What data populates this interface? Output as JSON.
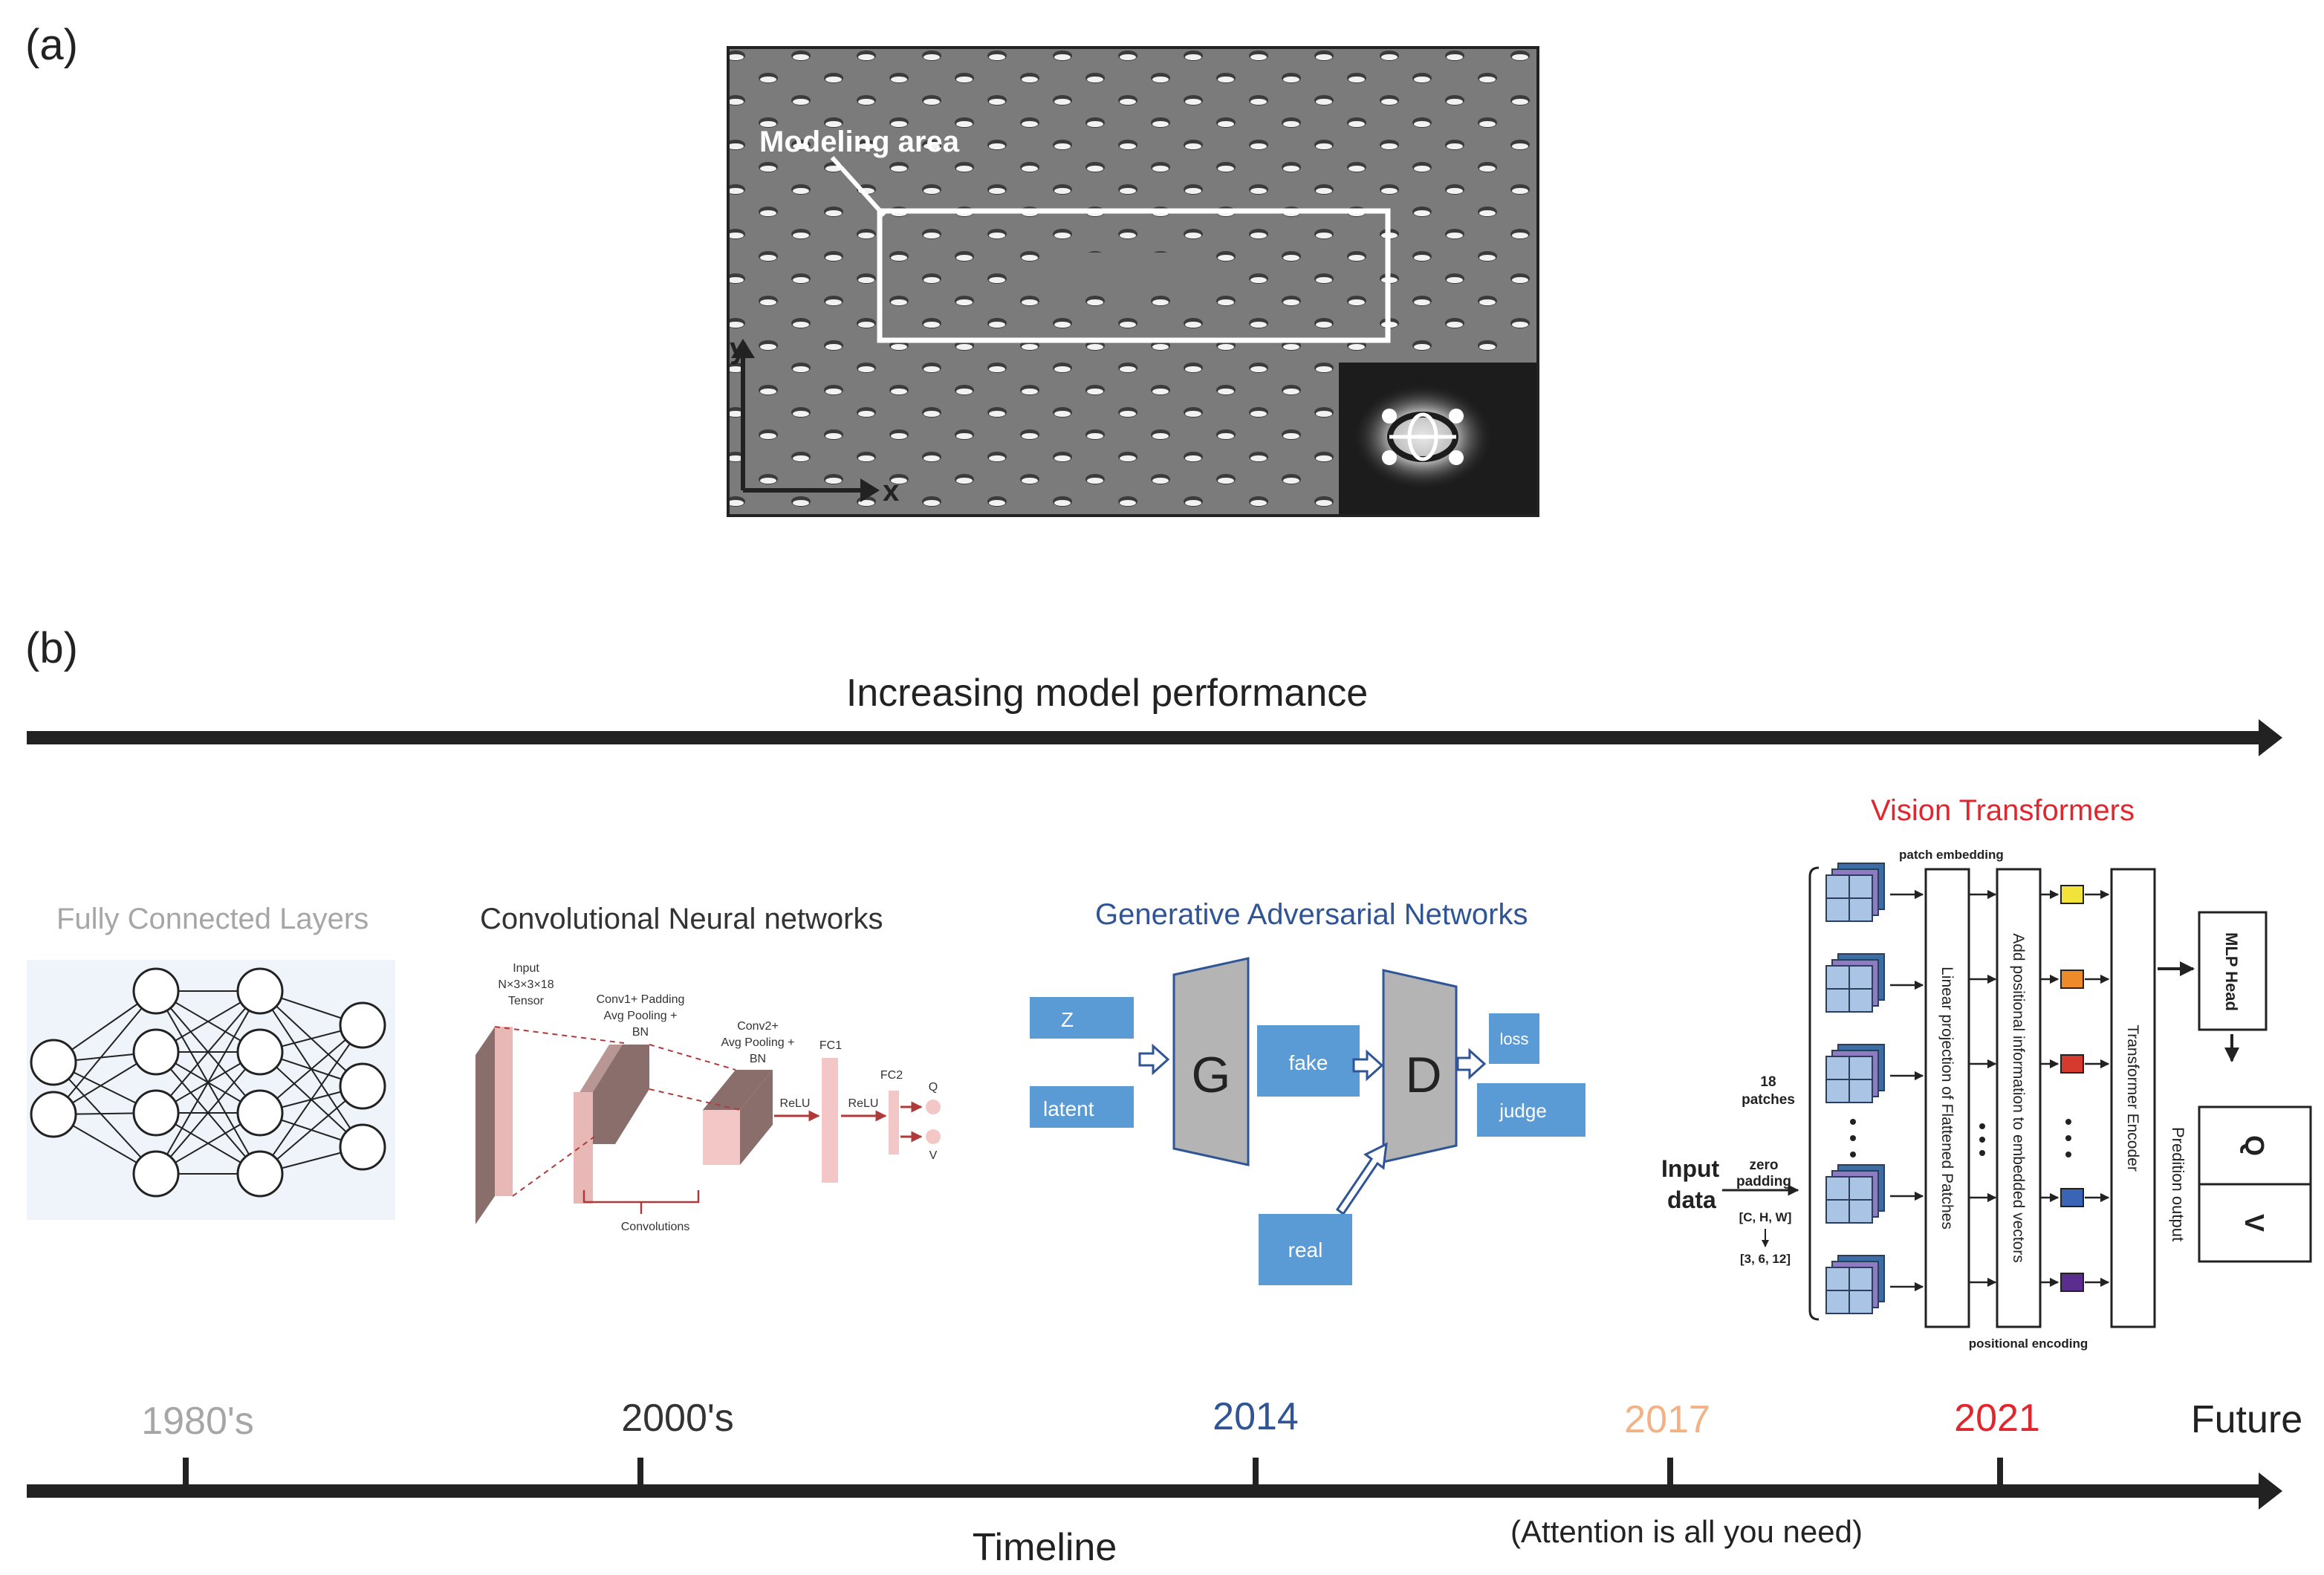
{
  "panel_a": {
    "tag": "(a)",
    "modeling_label": "Modeling area",
    "axis_y": "y",
    "axis_x": "x"
  },
  "panel_b": {
    "tag": "(b)",
    "performance_label": "Increasing model performance",
    "timeline_label": "Timeline",
    "attention_note": "(Attention is all you need)",
    "eras": [
      {
        "year": "1980's",
        "title": "Fully Connected Layers",
        "color": "#a6a6a6"
      },
      {
        "year": "2000's",
        "title": "Convolutional Neural networks",
        "color": "#333333"
      },
      {
        "year": "2014",
        "title": "Generative Adversarial Networks",
        "color": "#2f5597"
      },
      {
        "year": "2017",
        "title": "",
        "color": "#f4b183"
      },
      {
        "year": "2021",
        "title": "Vision Transformers",
        "color": "#e3262e"
      },
      {
        "year": "Future",
        "title": "",
        "color": "#222222"
      }
    ],
    "cnn": {
      "input": "Input N×3×3×18 Tensor",
      "input_l1": "Input",
      "input_l2": "N×3×3×18",
      "input_l3": "Tensor",
      "conv1_l1": "Conv1+ Padding",
      "conv1_l2": "Avg Pooling +",
      "conv1_l3": "BN",
      "conv2_l1": "Conv2+",
      "conv2_l2": "Avg Pooling +",
      "conv2_l3": "BN",
      "fc1": "FC1",
      "fc2": "FC2",
      "relu1": "ReLU",
      "relu2": "ReLU",
      "out_q": "Q",
      "out_v": "V",
      "convolutions": "Convolutions"
    },
    "gan": {
      "z": "Z",
      "latent": "latent",
      "g": "G",
      "fake": "fake",
      "d": "D",
      "loss": "loss",
      "judge": "judge",
      "real": "real",
      "box_color": "#5b9bd5",
      "box_text_color": "#ffffff"
    },
    "vit": {
      "patch_embedding": "patch embedding",
      "patches_l1": "18",
      "patches_l2": "patches",
      "input_l1": "Input",
      "input_l2": "data",
      "zero_l1": "zero",
      "zero_l2": "padding",
      "dims1": "[C, H, W]",
      "dims2": "[3, 6, 12]",
      "linear_proj": "Linear projection of Flattened Patches",
      "add_pos": "Add positional information to embedded vectors",
      "transformer": "Transformer Encoder",
      "positional_encoding": "positional encoding",
      "mlp_head": "MLP Head",
      "out_q": "Q",
      "out_v": "V",
      "predition": "Predition output",
      "token_colors": [
        "#f2e33a",
        "#ee8a2a",
        "#d63a2f",
        "#3a64b6",
        "#5b2d8e"
      ]
    }
  }
}
